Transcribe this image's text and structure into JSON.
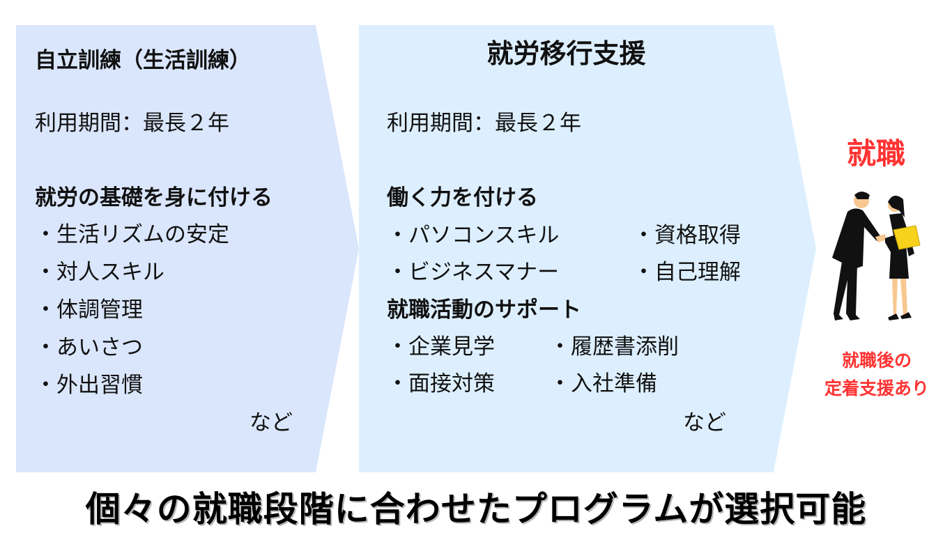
{
  "colors": {
    "left_panel": "#dae6fc",
    "middle_panel": "#ddefff",
    "accent_red": "#ff3333",
    "text": "#111111",
    "banner_shadow": "#b8b8b8"
  },
  "left_panel": {
    "title": "自立訓練（生活訓練）",
    "period": "利用期間：最長２年",
    "subheading": "就労の基礎を身に付ける",
    "items": [
      "・生活リズムの安定",
      "・対人スキル",
      "・体調管理",
      "・あいさつ",
      "・外出習慣"
    ],
    "etc": "など"
  },
  "middle_panel": {
    "title": "就労移行支援",
    "period": "利用期間：最長２年",
    "section1": {
      "subheading": "働く力を付ける",
      "items": [
        "・パソコンスキル",
        "・資格取得",
        "・ビジネスマナー",
        "・自己理解"
      ]
    },
    "section2": {
      "subheading": "就職活動のサポート",
      "items": [
        "・企業見学",
        "・履歴書添削",
        "・面接対策",
        "・入社準備"
      ]
    },
    "etc": "など"
  },
  "result": {
    "title": "就職",
    "illustration": "handshake-illustration",
    "note_line1": "就職後の",
    "note_line2": "定着支援あり"
  },
  "banner": {
    "text": "個々の就職段階に合わせたプログラムが選択可能"
  }
}
